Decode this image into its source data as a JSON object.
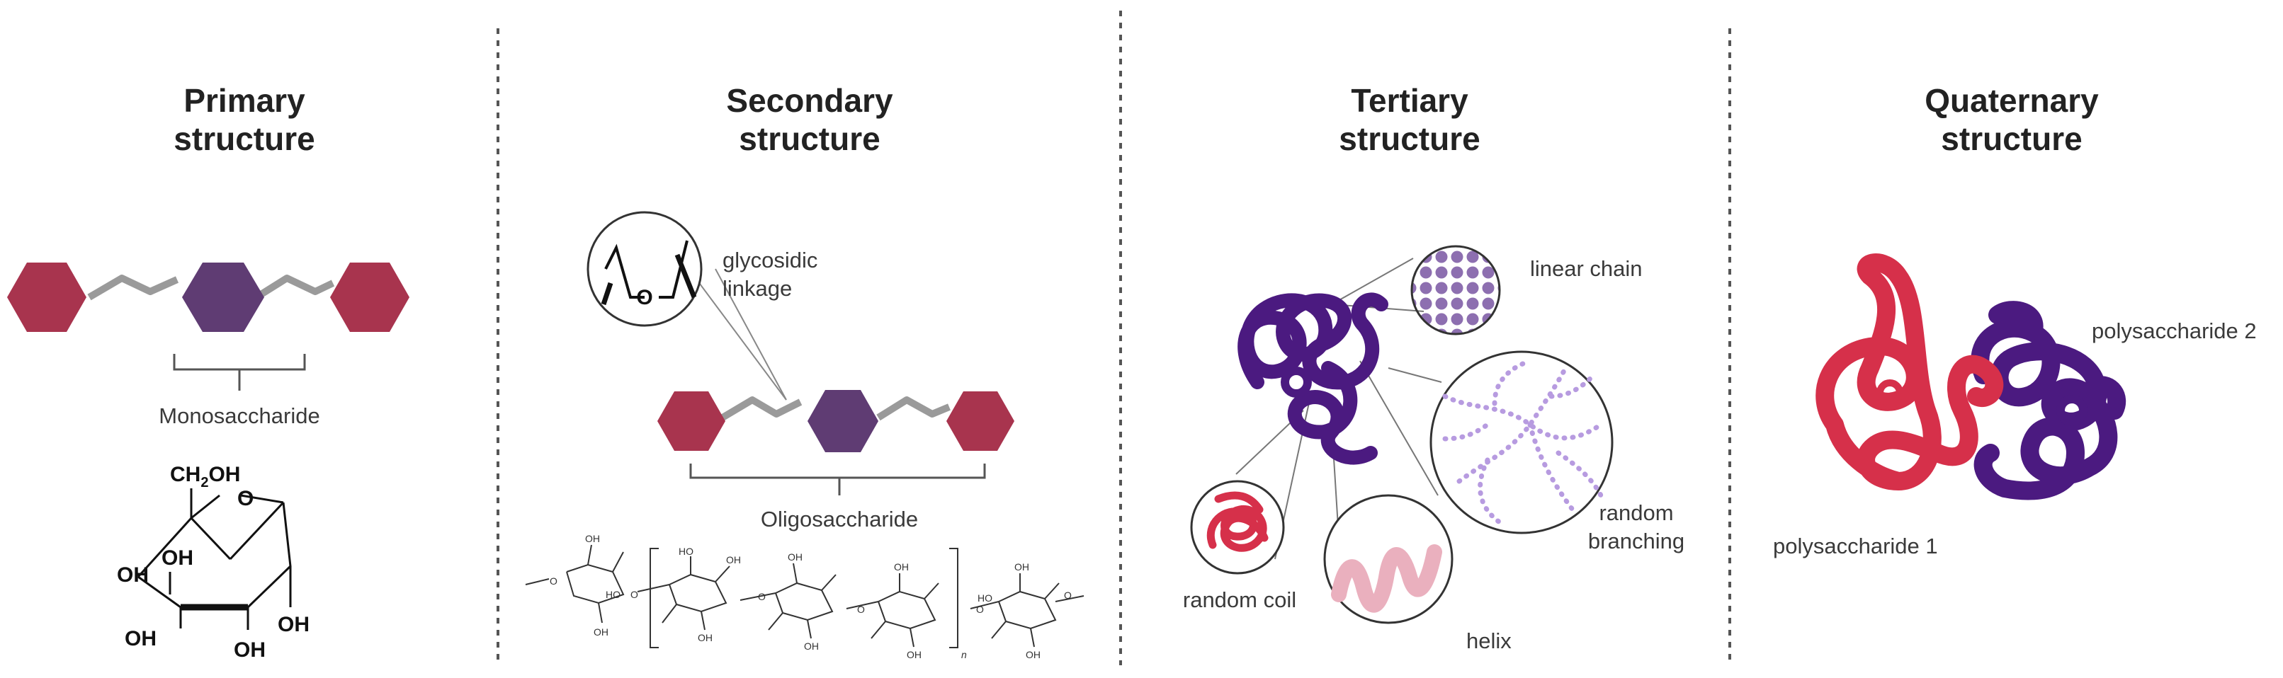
{
  "colors": {
    "red": "#a8344e",
    "purple": "#5f3c73",
    "coil_red": "#d6304a",
    "coil_purple": "#4b1a80",
    "dots": "#8d6fb0",
    "helix_pink": "#eab0be",
    "link_gray": "#9a9a9a",
    "divider": "#555555"
  },
  "panels": [
    {
      "id": "primary",
      "title_line1": "Primary",
      "title_line2": "structure",
      "labels": {
        "bracket": "Monosaccharide"
      },
      "glucose": {
        "ch2oh": "CH",
        "ch2oh_sub": "2",
        "ch2oh_end": "OH",
        "ring_o": "O",
        "oh_upper": "OH",
        "oh_left": "OH",
        "oh_bottom_left": "OH",
        "oh_bottom_mid": "OH",
        "oh_right": "OH"
      }
    },
    {
      "id": "secondary",
      "title_line1": "Secondary",
      "title_line2": "structure",
      "labels": {
        "linkage_line1": "glycosidic",
        "linkage_line2": "linkage",
        "zoom_o": "O",
        "bracket": "Oligosaccharide"
      },
      "chain_formula": {
        "oh": "OH",
        "o": "O",
        "ho": "HO",
        "n": "n"
      }
    },
    {
      "id": "tertiary",
      "title_line1": "Tertiary",
      "title_line2": "structure",
      "labels": {
        "linear": "linear chain",
        "branching_line1": "random",
        "branching_line2": "branching",
        "helix": "helix",
        "coil": "random coil"
      }
    },
    {
      "id": "quaternary",
      "title_line1": "Quaternary",
      "title_line2": "structure",
      "labels": {
        "poly2": "polysaccharide 2",
        "poly1": "polysaccharide 1"
      }
    }
  ]
}
